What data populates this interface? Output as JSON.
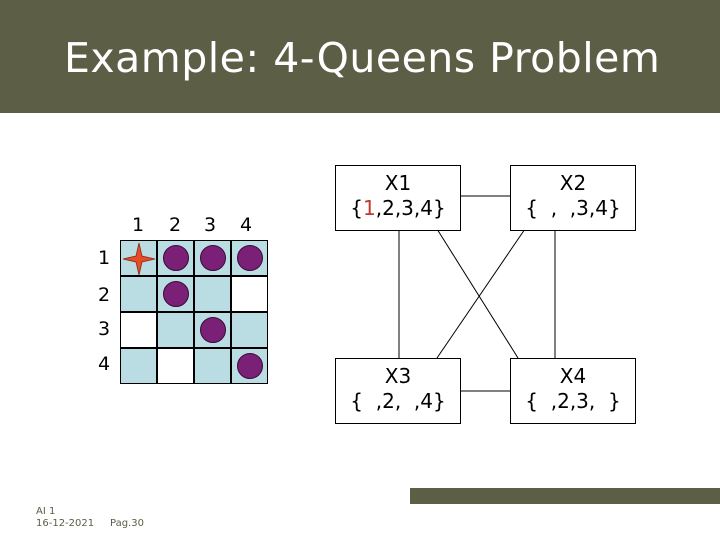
{
  "title": "Example: 4-Queens Problem",
  "board": {
    "col_labels": [
      "1",
      "2",
      "3",
      "4"
    ],
    "row_labels": [
      "1",
      "2",
      "3",
      "4"
    ]
  },
  "variables": {
    "x1": {
      "name": "X1",
      "domain_first": "1",
      "domain_rest": ",2,3,4}"
    },
    "x2": {
      "name": "X2",
      "domain": "{  ,  ,3,4}"
    },
    "x3": {
      "name": "X3",
      "domain": "{  ,2,  ,4}"
    },
    "x4": {
      "name": "X4",
      "domain": "{  ,2,3,  }"
    }
  },
  "footer": {
    "line1": "AI 1",
    "line2": "16-12-2021",
    "page": "Pag.30"
  },
  "colors": {
    "header": "#5c5e45",
    "cell_blue": "#b9dde2",
    "queen": "#7a2076",
    "cross": "#e74c2a"
  }
}
